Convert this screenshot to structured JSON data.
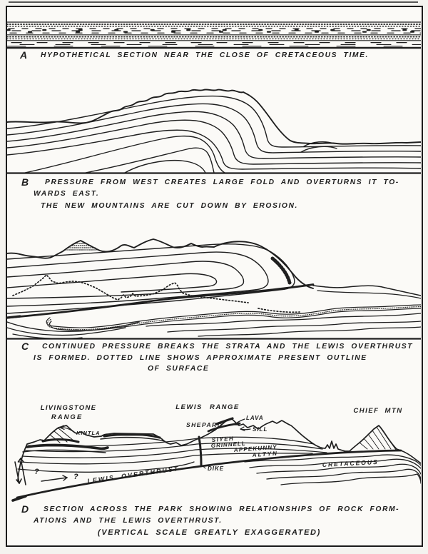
{
  "figure": {
    "description_visible_text_only": true,
    "colors": {
      "ink": "#1f1f1f",
      "paper": "#fbfaf7"
    }
  },
  "captions": {
    "a": {
      "letter": "A",
      "line1": "HYPOTHETICAL SECTION NEAR THE CLOSE OF CRETACEOUS TIME."
    },
    "b": {
      "letter": "B",
      "line1": "PRESSURE FROM WEST CREATES LARGE FOLD AND OVERTURNS IT TO-",
      "line2": "WARDS EAST.",
      "line3": "THE NEW MOUNTAINS ARE CUT DOWN BY EROSION."
    },
    "c": {
      "letter": "C",
      "line1": "CONTINUED PRESSURE BREAKS THE STRATA AND THE LEWIS OVERTHRUST",
      "line2": "IS FORMED. DOTTED LINE SHOWS APPROXIMATE PRESENT OUTLINE",
      "line3": "OF SURFACE"
    },
    "d": {
      "letter": "D",
      "line1": "SECTION ACROSS THE PARK SHOWING RELATIONSHIPS OF ROCK FORM-",
      "line2": "ATIONS AND THE LEWIS OVERTHRUST.",
      "line3": "(VERTICAL SCALE GREATLY EXAGGERATED)"
    }
  },
  "labels": {
    "livingstone_range_1": "LIVINGSTONE",
    "livingstone_range_2": "RANGE",
    "lewis_range": "LEWIS RANGE",
    "chief_mtn": "CHIEF MTN",
    "kintla": "KINTLA",
    "shepard": "SHEPARD",
    "lava": "LAVA",
    "sill": "SILL",
    "siyeh": "SIYEH",
    "grinnell": "GRINNELL",
    "appekunny": "APPEKUNNY",
    "altyn": "ALTYN",
    "dike": "DIKE",
    "cretaceous": "CRETACEOUS",
    "lewis_overthrust": "LEWIS OVERTHRUST",
    "question_left": "?",
    "question_right": "?"
  }
}
